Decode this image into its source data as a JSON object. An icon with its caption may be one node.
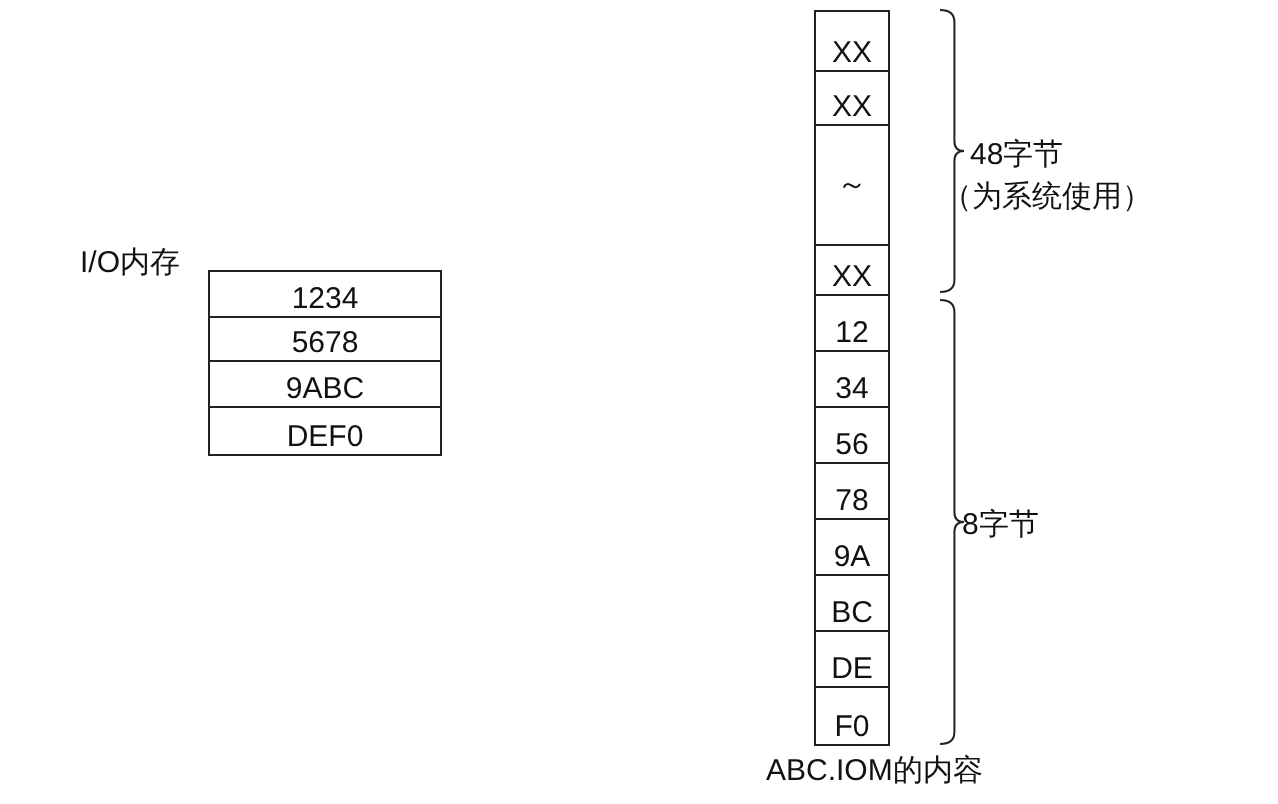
{
  "diagram": {
    "nodes": [
      {
        "text": [
          "1234"
        ]
      },
      {
        "text": [
          "5678"
        ]
      },
      {
        "text": [
          "9ABC"
        ]
      },
      {
        "text": [
          "DEF0"
        ]
      },
      {
        "text": [
          "XX"
        ]
      },
      {
        "text": [
          "XX"
        ]
      },
      {
        "text": [
          "～"
        ]
      },
      {
        "text": [
          "XX"
        ]
      },
      {
        "text": [
          "12"
        ]
      },
      {
        "text": [
          "34"
        ]
      },
      {
        "text": [
          "56"
        ]
      },
      {
        "text": [
          "78"
        ]
      },
      {
        "text": [
          "9A"
        ]
      },
      {
        "text": [
          "BC"
        ]
      },
      {
        "text": [
          "DE"
        ]
      },
      {
        "text": [
          "F0"
        ]
      }
    ],
    "labels": [
      "I/O内存",
      "48字节",
      "（为系统使用）",
      "8字节",
      "ABC.IOM的内容"
    ]
  }
}
